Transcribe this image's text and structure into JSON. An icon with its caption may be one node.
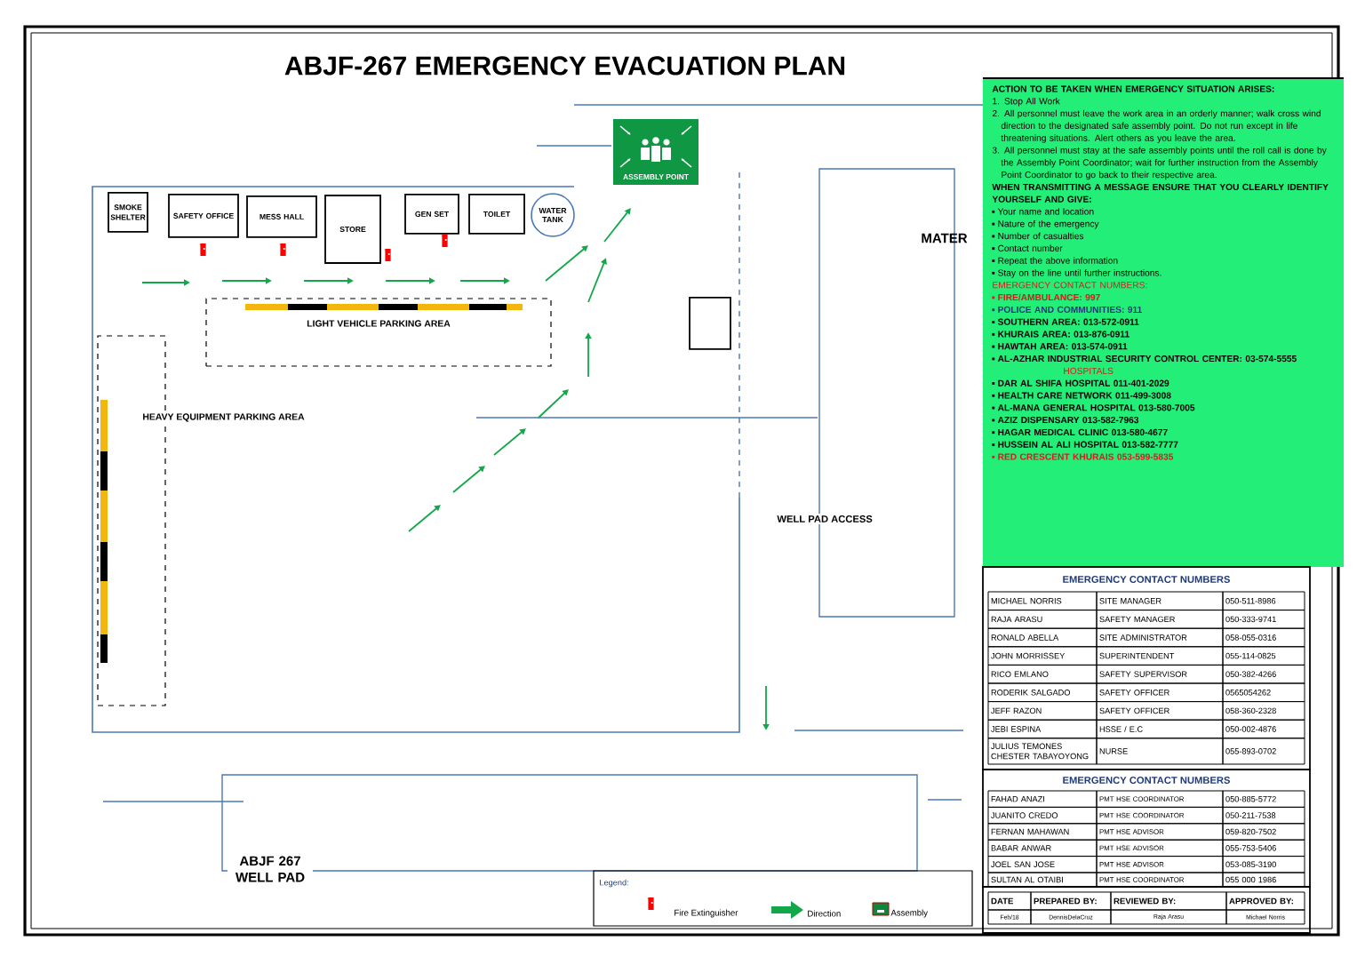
{
  "diagram": {
    "title": "ABJF-267 EMERGENCY EVACUATION PLAN",
    "nodes": [
      {
        "text": [
          "SMOKE SHELTER"
        ]
      },
      {
        "text": [
          "SAFETY OFFICE"
        ]
      },
      {
        "text": [
          "MESS HALL"
        ]
      },
      {
        "text": [
          "STORE"
        ]
      },
      {
        "text": [
          "GEN SET"
        ]
      },
      {
        "text": [
          "TOILET"
        ]
      },
      {
        "text": [
          "WATER TANK"
        ]
      },
      {
        "text": [
          "ASSEMBLY POINT"
        ]
      },
      {
        "text": [
          "LIGHT VEHICLE PARKING AREA"
        ]
      },
      {
        "text": [
          "HEAVY EQUIPMENT PARKING AREA"
        ]
      },
      {
        "text": [],
        "shape": "box"
      },
      {
        "text": [
          "WELL PAD ACCESS"
        ]
      },
      {
        "text": [
          "ABJF 267 WELL PAD"
        ]
      }
    ],
    "labels": [
      "ACTION TO BE TAKEN WHEN EMERGENCY SITUATION ARISES:",
      "1. Stop All Work",
      "2. All personnel must leave the work area in an orderly manner; walk cross wind direction to the designated safe assembly point. Do not run except in life threatening situations. Alert others as you leave the area.",
      "3. All personnel must stay at the safe assembly points until the roll call is done by the Assembly Point Coordinator; wait for further instruction from the Assembly Point Coordinator to go back to their respective area.",
      "WHEN TRANSMITTING A MESSAGE ENSURE THAT YOU CLEARLY IDENTIFY YOURSELF AND GIVE:",
      "Your name and location",
      "Nature of the emergency",
      "Number of casualties",
      "Contact number",
      "Repeat the above information",
      "Stay on the line until further instructions.",
      "EMERGENCY CONTACT NUMBERS:",
      "FIRE/AMBULANCE: 997",
      "POLICE AND COMMUNITIES: 911",
      "SOUTHERN AREA: 013-572-0911",
      "KHURAIS AREA: 013-876-0911",
      "HAWTAH AREA: 013-574-0911",
      "AL-AZHAR INDUSTRIAL SECURITY CONTROL CENTER: 03-574-5555",
      "HOSPITALS",
      "DAR AL SHIFA HOSPITAL 011-401-2029",
      "HEALTH CARE NETWORK 011-499-3008",
      "AL-MANA GENERAL HOSPITAL 013-580-7005",
      "AZIZ DISPENSARY 013-582-7963",
      "HAGAR MEDICAL CLINIC 013-580-4677",
      "HUSSEIN AL ALI HOSPITAL 013-582-7777",
      "RED CRESCENT KHURAIS 053-599-5835",
      "EMERGENCY CONTACT NUMBERS",
      "MICHAEL NORRIS",
      "SITE MANAGER",
      "050-511-8986",
      "RAJA ARASU",
      "SAFETY MANAGER",
      "050-333-9741",
      "RONALD ABELLA",
      "SITE ADMINISTRATOR",
      "058-055-0316",
      "JOHN MORRISSEY",
      "SUPERINTENDENT",
      "055-114-0825",
      "RICO EMLANO",
      "SAFETY SUPERVISOR",
      "050-382-4266",
      "RODERIK SALGADO",
      "SAFETY OFFICER",
      "0565054262",
      "JEFF RAZON",
      "SAFETY OFFICER",
      "058-360-2328",
      "JEBI ESPINA",
      "HSSE / E.C",
      "050-002-4876",
      "JULIUS TEMONES CHESTER TABAYOYONG",
      "NURSE",
      "055-893-0702",
      "EMERGENCY CONTACT NUMBERS",
      "FAHAD ANAZI",
      "PMT HSE COORDINATOR",
      "050-885-5772",
      "JUANITO CREDO",
      "PMT HSE COORDINATOR",
      "050-211-7538",
      "FERNAN MAHAWAN",
      "PMT HSE ADVISOR",
      "059-820-7502",
      "BABAR ANWAR",
      "PMT HSE ADVISOR",
      "055-753-5406",
      "JOEL SAN JOSE",
      "PMT HSE ADVISOR",
      "053-085-3190",
      "SULTAN AL OTAIBI",
      "PMT HSE COORDINATOR",
      "055 000 1986",
      "DATE",
      "PREPARED BY:",
      "REVIEWED BY:",
      "APPROVED BY:",
      "Feb/18",
      "DennisDelaCruz",
      "Raja Arasu",
      "Michael Norris",
      "MATER",
      "Legend:"
    ],
    "legend": [
      {
        "text": "Fire Extinguisher"
      },
      {
        "text": "Direction"
      },
      {
        "text": "Assembly"
      }
    ]
  }
}
